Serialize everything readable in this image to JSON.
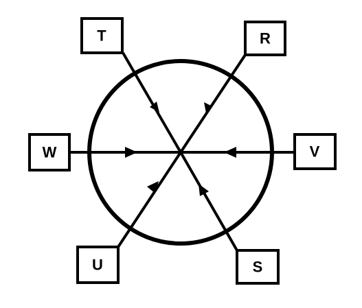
{
  "diagram": {
    "nodes": [
      {
        "id": "T",
        "label": "T"
      },
      {
        "id": "R",
        "label": "R"
      },
      {
        "id": "W",
        "label": "W"
      },
      {
        "id": "V",
        "label": "V"
      },
      {
        "id": "U",
        "label": "U"
      },
      {
        "id": "S",
        "label": "S"
      }
    ],
    "edges": [
      {
        "from": "T",
        "to": "center",
        "arrow": "toward-center"
      },
      {
        "from": "R",
        "to": "center",
        "arrow": "toward-center"
      },
      {
        "from": "W",
        "to": "center",
        "arrow": "toward-center"
      },
      {
        "from": "V",
        "to": "center",
        "arrow": "toward-center"
      },
      {
        "from": "U",
        "to": "center",
        "arrow": "toward-center"
      },
      {
        "from": "S",
        "to": "center",
        "arrow": "toward-center"
      }
    ],
    "colors": {
      "stroke": "#000000",
      "background": "#ffffff"
    }
  }
}
